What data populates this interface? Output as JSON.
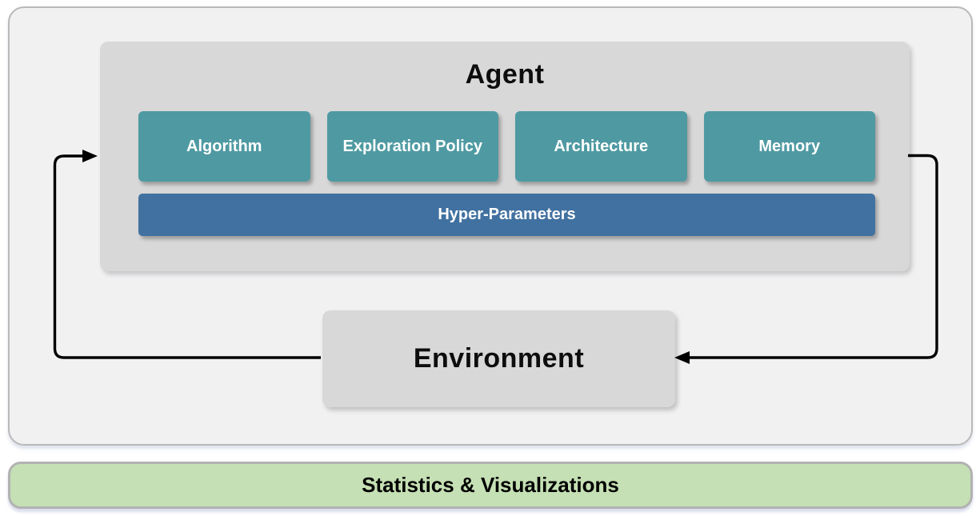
{
  "diagram": {
    "agent": {
      "title": "Agent",
      "components": [
        {
          "label": "Algorithm"
        },
        {
          "label": "Exploration Policy"
        },
        {
          "label": "Architecture"
        },
        {
          "label": "Memory"
        }
      ],
      "hyper_parameters": "Hyper-Parameters"
    },
    "environment": {
      "title": "Environment"
    },
    "footer": {
      "label": "Statistics & Visualizations"
    },
    "arrows": [
      {
        "name": "environment-to-agent",
        "description": "loop from Environment left side up into Agent left edge"
      },
      {
        "name": "agent-to-environment",
        "description": "loop from Agent right edge down into Environment right side"
      }
    ],
    "colors": {
      "component_teal": "#4F9AA2",
      "hyper_parameters_blue": "#4171A0",
      "box_gray": "#D8D8D8",
      "panel_gray": "#F1F1F2",
      "panel_border": "#B9B9B9",
      "footer_green": "#C5E0B4",
      "footer_border": "#B2B2B2",
      "arrow_black": "#000000"
    }
  }
}
